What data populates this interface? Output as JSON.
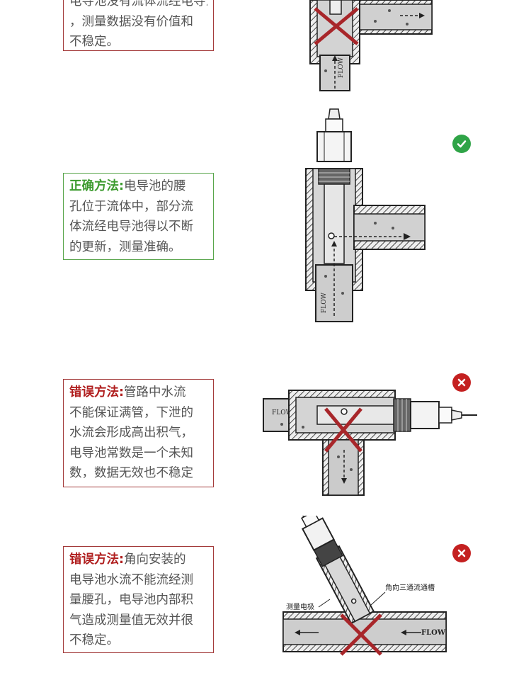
{
  "colors": {
    "error_border": "#a33a3a",
    "error_title": "#b01e1e",
    "correct_border": "#58a54a",
    "correct_title": "#3d9b2f",
    "body_text": "#555555",
    "ok_badge": "#2fa447",
    "error_badge": "#c42020"
  },
  "notes": [
    {
      "kind": "error-partial",
      "lines": [
        "电导池没有流体流经电导池",
        "，测量数据没有价值和",
        "不稳定。"
      ]
    },
    {
      "kind": "correct",
      "title": "正确方法:",
      "lines_first": "电导池的腰",
      "lines": [
        "孔位于流体中，部分流",
        "体流经电导池得以不断",
        "的更新，测量准确。"
      ],
      "badge": "check-icon"
    },
    {
      "kind": "error",
      "title": "错误方法:",
      "lines_first": "管路中水流",
      "lines": [
        "不能保证满管，下泄的",
        "水流会形成高出积气，",
        "电导池常数是一个未知",
        "数，数据无效也不稳定"
      ],
      "badge": "x-icon"
    },
    {
      "kind": "error",
      "title": "错误方法:",
      "lines_first": "角向安装的",
      "lines": [
        "电导池水流不能流经测",
        "量腰孔，电导池内部积",
        "气造成测量值无效并很",
        "不稳定。"
      ],
      "badge": "x-icon"
    }
  ],
  "diagram_labels": {
    "flow": "FLOW",
    "flow_vertical": "FLOW",
    "angled_tee": "角向三通流通槽",
    "electrode": "测量电极"
  }
}
